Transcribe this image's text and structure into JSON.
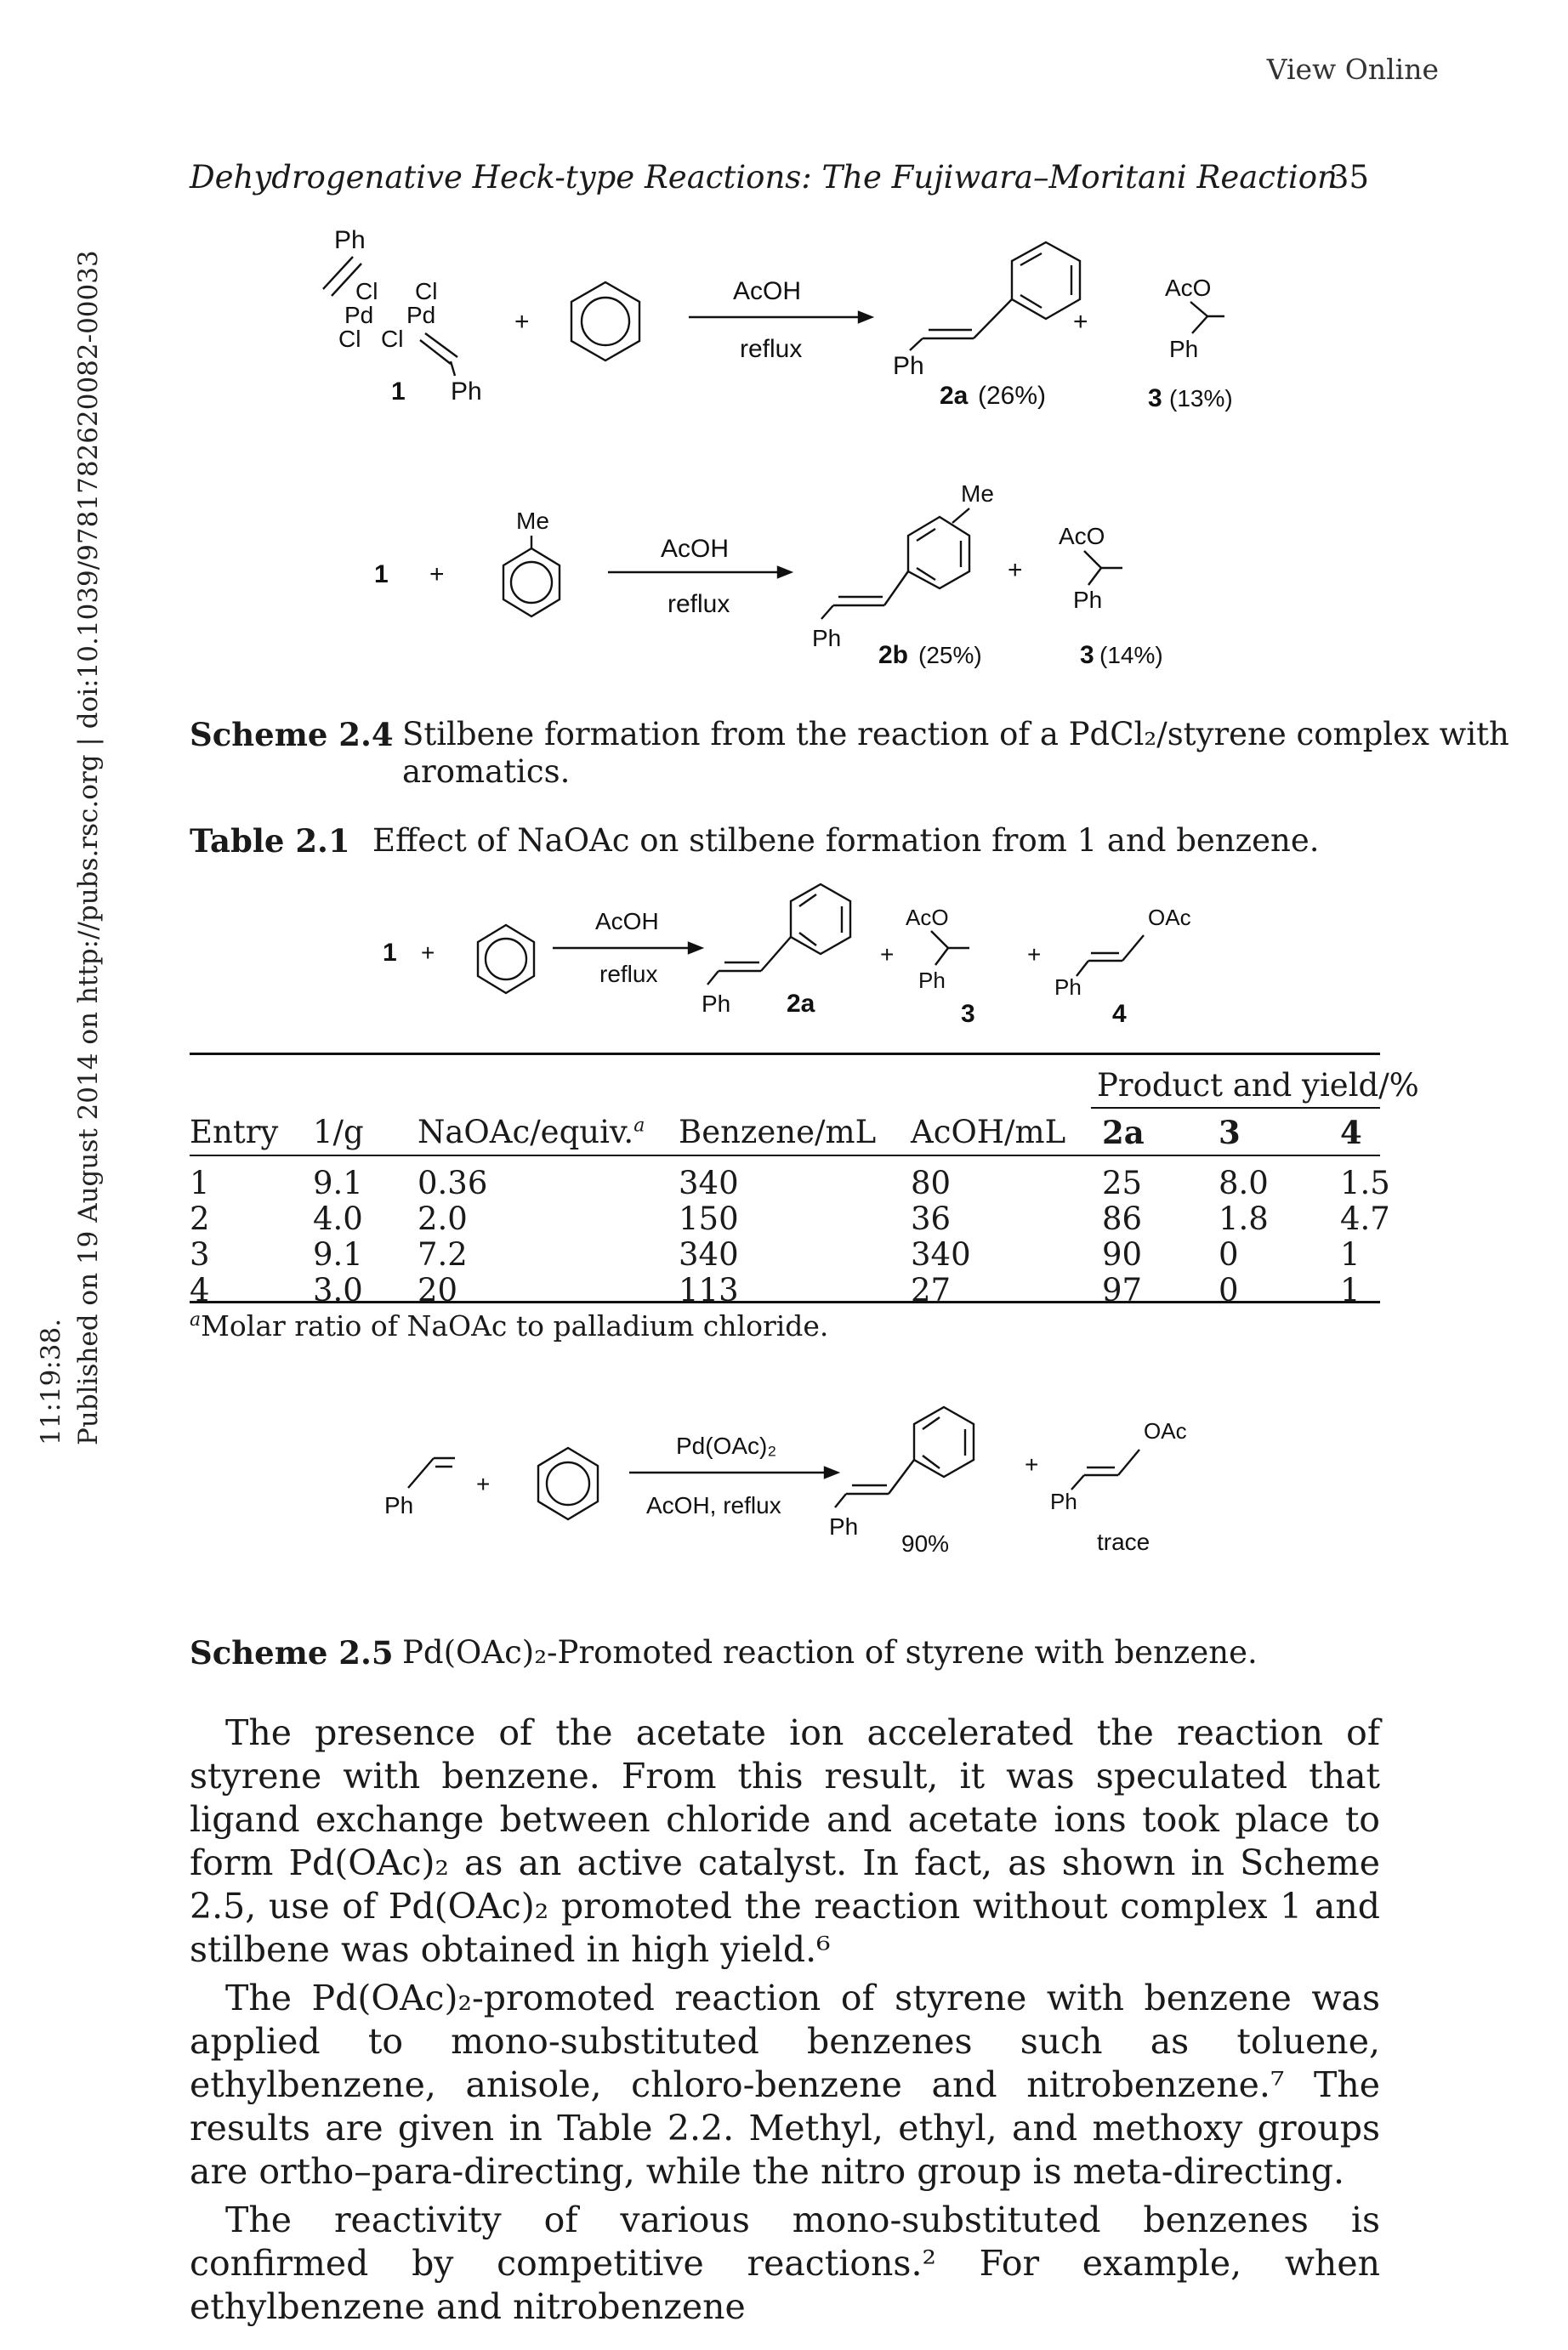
{
  "header": {
    "view_online": "View Online",
    "running_head": "Dehydrogenative Heck-type Reactions: The Fujiwara–Moritani Reaction",
    "page_number": "35"
  },
  "side_stamp": {
    "line1": "11:19:38.",
    "line2": "Published on 19 August 2014 on http://pubs.rsc.org | doi:10.1039/9781782620082-00033"
  },
  "scheme_2_4": {
    "reaction1": {
      "ph_top": "Ph",
      "cl1": "Cl",
      "cl2": "Cl",
      "pd1": "Pd",
      "pd2": "Pd",
      "cl3": "Cl",
      "cl4": "Cl",
      "ph_bottom": "Ph",
      "compound_1": "1",
      "plus1": "+",
      "reagent": "AcOH",
      "condition": "reflux",
      "ph_product": "Ph",
      "product_2a": "2a",
      "yield_2a": "(26%)",
      "plus2": "+",
      "aco": "AcO",
      "ph3": "Ph",
      "product_3": "3",
      "yield_3": "(13%)"
    },
    "reaction2": {
      "compound_1": "1",
      "plus1": "+",
      "me": "Me",
      "reagent": "AcOH",
      "condition": "reflux",
      "me_product": "Me",
      "ph_product": "Ph",
      "product_2b": "2b",
      "yield_2b": "(25%)",
      "plus2": "+",
      "aco": "AcO",
      "ph3": "Ph",
      "product_3": "3",
      "yield_3": "(14%)"
    },
    "caption_label": "Scheme 2.4",
    "caption_line1": "Stilbene formation from the reaction of a PdCl₂/styrene complex with",
    "caption_line2": "aromatics."
  },
  "table_2_1": {
    "caption_label": "Table 2.1",
    "caption_text": "Effect of NaOAc on stilbene formation from 1 and benzene.",
    "scheme": {
      "compound_1": "1",
      "plus1": "+",
      "reagent": "AcOH",
      "condition": "reflux",
      "ph_2a": "Ph",
      "label_2a": "2a",
      "plus2": "+",
      "aco": "AcO",
      "ph3": "Ph",
      "label_3": "3",
      "plus3": "+",
      "oac": "OAc",
      "ph4": "Ph",
      "label_4": "4"
    },
    "group_header": "Product and yield/%",
    "headers": [
      "Entry",
      "1/g",
      "NaOAc/equiv.",
      "Benzene/mL",
      "AcOH/mL",
      "2a",
      "3",
      "4"
    ],
    "header_footnote_mark": "a",
    "rows": [
      [
        "1",
        "9.1",
        "0.36",
        "340",
        "80",
        "25",
        "8.0",
        "1.5"
      ],
      [
        "2",
        "4.0",
        "2.0",
        "150",
        "36",
        "86",
        "1.8",
        "4.7"
      ],
      [
        "3",
        "9.1",
        "7.2",
        "340",
        "340",
        "90",
        "0",
        "1"
      ],
      [
        "4",
        "3.0",
        "20",
        "113",
        "27",
        "97",
        "0",
        "1"
      ]
    ],
    "footnote_mark": "a",
    "footnote": "Molar ratio of NaOAc to palladium chloride."
  },
  "scheme_2_5": {
    "ph_styrene": "Ph",
    "plus1": "+",
    "reagent": "Pd(OAc)₂",
    "condition": "AcOH, reflux",
    "ph_product": "Ph",
    "yield_main": "90%",
    "plus2": "+",
    "oac": "OAc",
    "ph_side": "Ph",
    "yield_side": "trace",
    "caption_label": "Scheme 2.5",
    "caption_text": "Pd(OAc)₂-Promoted reaction of styrene with benzene."
  },
  "body": {
    "p1": "The presence of the acetate ion accelerated the reaction of styrene with benzene. From this result, it was speculated that ligand exchange between chloride and acetate ions took place to form Pd(OAc)₂ as an active catalyst. In fact, as shown in Scheme 2.5, use of Pd(OAc)₂ promoted the reaction without complex 1 and stilbene was obtained in high yield.⁶",
    "p2": "The Pd(OAc)₂-promoted reaction of styrene with benzene was applied to mono-substituted benzenes such as toluene, ethylbenzene, anisole, chloro-benzene and nitrobenzene.⁷ The results are given in Table 2.2. Methyl, ethyl, and methoxy groups are ortho–para-directing, while the nitro group is meta-directing.",
    "p3": "The reactivity of various mono-substituted benzenes is confirmed by competitive reactions.² For example, when ethylbenzene and nitrobenzene"
  }
}
